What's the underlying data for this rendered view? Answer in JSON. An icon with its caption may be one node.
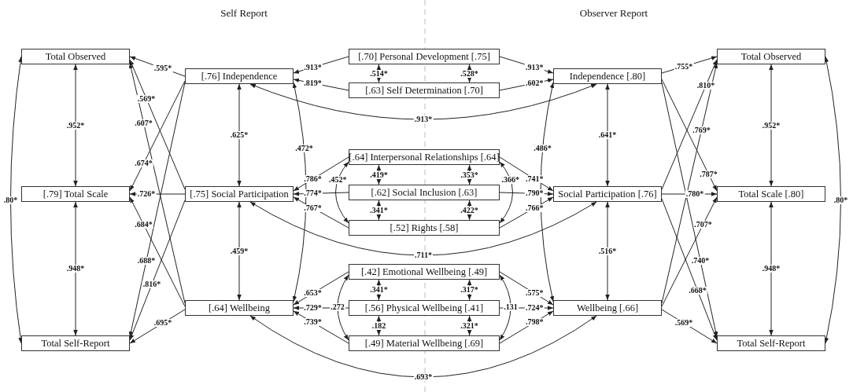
{
  "diagram": {
    "nodes": [
      {
        "text": [
          "Total Observed"
        ]
      },
      {
        "text": [
          "[.79] Total Scale"
        ]
      },
      {
        "text": [
          "Total Self-Report"
        ]
      },
      {
        "text": [
          "[.76] Independence"
        ]
      },
      {
        "text": [
          "[.75] Social Participation"
        ]
      },
      {
        "text": [
          "[.64] Wellbeing"
        ]
      },
      {
        "text": [
          "[.70] Personal Development [.75]"
        ]
      },
      {
        "text": [
          "[.63] Self Determination [.70]"
        ]
      },
      {
        "text": [
          "[.64] Interpersonal Relationships [.64]"
        ]
      },
      {
        "text": [
          "[.62] Social Inclusion [.63]"
        ]
      },
      {
        "text": [
          "[.52] Rights [.58]"
        ]
      },
      {
        "text": [
          "[.42] Emotional Wellbeing [.49]"
        ]
      },
      {
        "text": [
          "[.56] Physical Wellbeing [.41]"
        ]
      },
      {
        "text": [
          "[.49] Material Wellbeing [.69]"
        ]
      },
      {
        "text": [
          "Independence [.80]"
        ]
      },
      {
        "text": [
          "Social Participation [.76]"
        ]
      },
      {
        "text": [
          "Wellbeing [.66]"
        ]
      },
      {
        "text": [
          "Total Observed"
        ]
      },
      {
        "text": [
          "Total Scale [.80]"
        ]
      },
      {
        "text": [
          "Total Self-Report"
        ]
      }
    ],
    "edges": [
      {
        "from": 6,
        "to": 3,
        "arrow": "to",
        "label": ".913*"
      },
      {
        "from": 7,
        "to": 3,
        "arrow": "to",
        "label": ".819*"
      },
      {
        "from": 8,
        "to": 4,
        "arrow": "to",
        "label": ".786*"
      },
      {
        "from": 9,
        "to": 4,
        "arrow": "to",
        "label": ".774*"
      },
      {
        "from": 10,
        "to": 4,
        "arrow": "to",
        "label": ".767*"
      },
      {
        "from": 11,
        "to": 5,
        "arrow": "to",
        "label": ".653*"
      },
      {
        "from": 12,
        "to": 5,
        "arrow": "to",
        "label": ".729*"
      },
      {
        "from": 13,
        "to": 5,
        "arrow": "to",
        "label": ".739*"
      },
      {
        "from": 3,
        "to": 0,
        "arrow": "to",
        "label": ".595*"
      },
      {
        "from": 4,
        "to": 0,
        "arrow": "to",
        "label": ".569*"
      },
      {
        "from": 5,
        "to": 0,
        "arrow": "to",
        "label": ".607*"
      },
      {
        "from": 3,
        "to": 1,
        "arrow": "to",
        "label": ".674*"
      },
      {
        "from": 4,
        "to": 1,
        "arrow": "to",
        "label": ".726*"
      },
      {
        "from": 5,
        "to": 1,
        "arrow": "to",
        "label": ".684*"
      },
      {
        "from": 3,
        "to": 2,
        "arrow": "to",
        "label": ".688*"
      },
      {
        "from": 4,
        "to": 2,
        "arrow": "to",
        "label": ".816*"
      },
      {
        "from": 5,
        "to": 2,
        "arrow": "to",
        "label": ".695*"
      },
      {
        "from": 0,
        "to": 1,
        "arrow": "both",
        "label": ".952*"
      },
      {
        "from": 1,
        "to": 2,
        "arrow": "both",
        "label": ".948*"
      },
      {
        "from": 0,
        "to": 2,
        "arrow": "both",
        "label": ".80*"
      },
      {
        "from": 3,
        "to": 4,
        "arrow": "both",
        "label": ".625*"
      },
      {
        "from": 4,
        "to": 5,
        "arrow": "both",
        "label": ".459*"
      },
      {
        "from": 3,
        "to": 5,
        "arrow": "both",
        "label": ".472*"
      },
      {
        "from": 6,
        "to": 7,
        "arrow": "both",
        "label": ".514*"
      },
      {
        "from": 6,
        "to": 7,
        "arrow": "both",
        "label": ".528*"
      },
      {
        "from": 8,
        "to": 9,
        "arrow": "both",
        "label": ".419*"
      },
      {
        "from": 8,
        "to": 9,
        "arrow": "both",
        "label": ".353*"
      },
      {
        "from": 9,
        "to": 10,
        "arrow": "both",
        "label": ".341*"
      },
      {
        "from": 9,
        "to": 10,
        "arrow": "both",
        "label": ".422*"
      },
      {
        "from": 8,
        "to": 10,
        "arrow": "both",
        "label": ".452*"
      },
      {
        "from": 8,
        "to": 10,
        "arrow": "both",
        "label": ".366*"
      },
      {
        "from": 11,
        "to": 12,
        "arrow": "both",
        "label": ".341*"
      },
      {
        "from": 11,
        "to": 12,
        "arrow": "both",
        "label": ".317*"
      },
      {
        "from": 12,
        "to": 13,
        "arrow": "both",
        "label": ".182"
      },
      {
        "from": 12,
        "to": 13,
        "arrow": "both",
        "label": ".321*"
      },
      {
        "from": 11,
        "to": 13,
        "arrow": "both",
        "label": ".272"
      },
      {
        "from": 11,
        "to": 13,
        "arrow": "both",
        "label": ".131"
      },
      {
        "from": 3,
        "to": 14,
        "arrow": "both",
        "label": ".913*"
      },
      {
        "from": 4,
        "to": 15,
        "arrow": "both",
        "label": ".711*"
      },
      {
        "from": 5,
        "to": 16,
        "arrow": "both",
        "label": ".693*"
      },
      {
        "from": 6,
        "to": 14,
        "arrow": "to",
        "label": ".913*"
      },
      {
        "from": 7,
        "to": 14,
        "arrow": "to",
        "label": ".602*"
      },
      {
        "from": 8,
        "to": 15,
        "arrow": "to",
        "label": ".741*"
      },
      {
        "from": 9,
        "to": 15,
        "arrow": "to",
        "label": ".790*"
      },
      {
        "from": 10,
        "to": 15,
        "arrow": "to",
        "label": ".766*"
      },
      {
        "from": 11,
        "to": 16,
        "arrow": "to",
        "label": ".575*"
      },
      {
        "from": 12,
        "to": 16,
        "arrow": "to",
        "label": ".724*"
      },
      {
        "from": 13,
        "to": 16,
        "arrow": "to",
        "label": ".798*"
      },
      {
        "from": 14,
        "to": 15,
        "arrow": "both",
        "label": ".641*"
      },
      {
        "from": 15,
        "to": 16,
        "arrow": "both",
        "label": ".516*"
      },
      {
        "from": 14,
        "to": 16,
        "arrow": "both",
        "label": ".486*"
      },
      {
        "from": 14,
        "to": 17,
        "arrow": "to",
        "label": ".755*"
      },
      {
        "from": 15,
        "to": 17,
        "arrow": "to",
        "label": ".810*"
      },
      {
        "from": 16,
        "to": 17,
        "arrow": "to",
        "label": ".769*"
      },
      {
        "from": 14,
        "to": 18,
        "arrow": "to",
        "label": ".787*"
      },
      {
        "from": 15,
        "to": 18,
        "arrow": "to",
        "label": ".780*"
      },
      {
        "from": 16,
        "to": 18,
        "arrow": "to",
        "label": ".707*"
      },
      {
        "from": 14,
        "to": 19,
        "arrow": "to",
        "label": ".740*"
      },
      {
        "from": 15,
        "to": 19,
        "arrow": "to",
        "label": ".668*"
      },
      {
        "from": 16,
        "to": 19,
        "arrow": "to",
        "label": ".569*"
      },
      {
        "from": 17,
        "to": 18,
        "arrow": "both",
        "label": ".952*"
      },
      {
        "from": 18,
        "to": 19,
        "arrow": "both",
        "label": ".948*"
      },
      {
        "from": 17,
        "to": 19,
        "arrow": "both",
        "label": ".80*"
      }
    ],
    "labels": [
      "Self Report",
      "Observer Report"
    ]
  }
}
